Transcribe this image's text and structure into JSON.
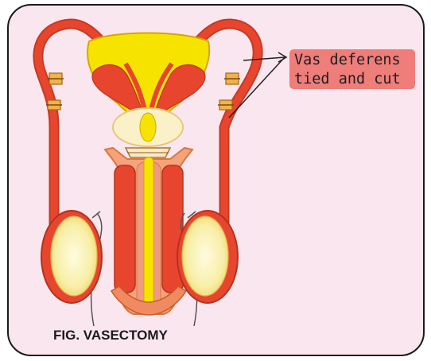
{
  "callout": {
    "line1": "Vas deferens",
    "line2": "tied and cut"
  },
  "figure": {
    "title": "FIG. VASECTOMY"
  },
  "colors": {
    "background": "#f9e6ee",
    "border": "#1a1a1a",
    "duct_red": "#e8452f",
    "duct_outline": "#c63a22",
    "bladder_yellow": "#f6e400",
    "testis_cream": "#f8efa8",
    "callout_fill": "#ef7d7a"
  }
}
